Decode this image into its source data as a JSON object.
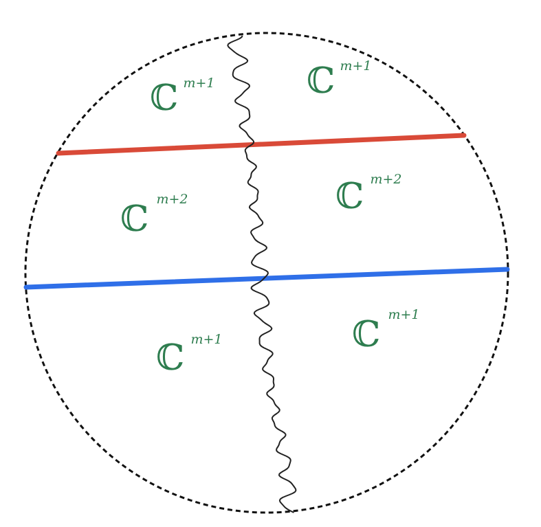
{
  "diagram": {
    "boundary": {
      "style": "dashed",
      "color": "#111111"
    },
    "lines": [
      {
        "name": "red-line",
        "color": "#d94a38"
      },
      {
        "name": "blue-line",
        "color": "#2f6fe8"
      }
    ],
    "wavy_line": {
      "color": "#222222"
    },
    "labels": [
      {
        "id": "top-left",
        "symbol": "ℂ",
        "exponent": "m+1"
      },
      {
        "id": "top-right",
        "symbol": "ℂ",
        "exponent": "m+1"
      },
      {
        "id": "middle-left",
        "symbol": "ℂ",
        "exponent": "m+2"
      },
      {
        "id": "middle-right",
        "symbol": "ℂ",
        "exponent": "m+2"
      },
      {
        "id": "bottom-left",
        "symbol": "ℂ",
        "exponent": "m+1"
      },
      {
        "id": "bottom-right",
        "symbol": "ℂ",
        "exponent": "m+1"
      }
    ],
    "label_color": "#2e7d4f"
  }
}
